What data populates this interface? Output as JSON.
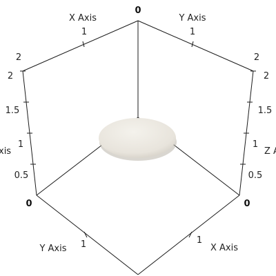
{
  "axes": {
    "x_axis_label": "X Axis",
    "y_axis_label": "Y Axis",
    "z_axis_label": "Z Axis",
    "z_axis_left_label_visible": "xis",
    "z_axis_right_label_visible": "Z A"
  },
  "ticks": {
    "origin_top": "0",
    "top_x_1": "1",
    "top_y_1": "1",
    "left_2_top": "2",
    "left_2": "2",
    "left_1_5": "1.5",
    "left_1": "1",
    "left_0_5": "0.5",
    "left_0": "0",
    "right_2_top": "2",
    "right_2": "2",
    "right_1_5": "1.5",
    "right_1": "1",
    "right_0_5": "0.5",
    "right_0": "0",
    "bottom_y_1": "1",
    "bottom_x_1": "1"
  },
  "object": {
    "shape": "ellipsoid",
    "color": "#ece9e2"
  }
}
